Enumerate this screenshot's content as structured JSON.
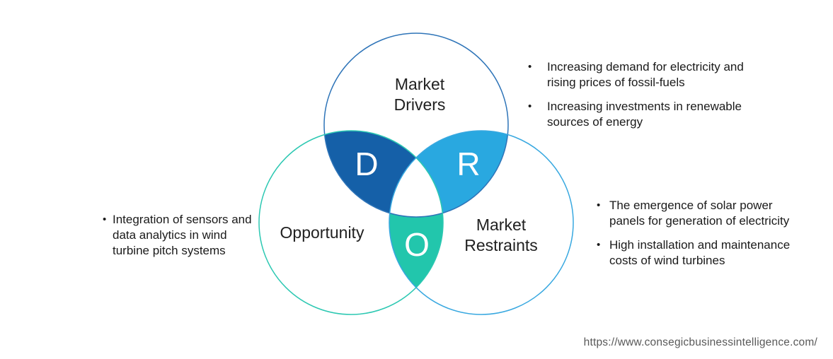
{
  "ui": {
    "bullet_char": "•"
  },
  "diagram": {
    "circles": {
      "drivers": {
        "label_line1": "Market",
        "label_line2": "Drivers",
        "stroke": "#2e74b8"
      },
      "opportunity": {
        "label": "Opportunity",
        "stroke": "#2cc8b2"
      },
      "restraints": {
        "label_line1": "Market",
        "label_line2": "Restraints",
        "stroke": "#38a8e0"
      }
    },
    "lenses": {
      "d": {
        "letter": "D",
        "color": "#1560a8"
      },
      "r": {
        "letter": "R",
        "color": "#29a8e0"
      },
      "o": {
        "letter": "O",
        "color": "#22c6ac"
      }
    }
  },
  "lists": {
    "drivers": {
      "items": [
        "Increasing demand for electricity and rising prices of fossil-fuels",
        "Increasing investments in renewable sources of energy"
      ]
    },
    "opportunity": {
      "items": [
        "Integration of sensors and data analytics in wind turbine pitch systems"
      ]
    },
    "restraints": {
      "items": [
        "The emergence of solar power panels for generation of electricity",
        "High installation and maintenance costs of wind turbines"
      ]
    }
  },
  "footer": {
    "url": "https://www.consegicbusinessintelligence.com/"
  }
}
